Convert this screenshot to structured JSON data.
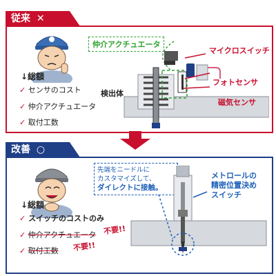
{
  "colors": {
    "red": "#c8102e",
    "navy": "#1f3f86",
    "green": "#2da12d",
    "blue_text": "#1d5fb8"
  },
  "before": {
    "tab": "従来",
    "tab_mark": "✕",
    "total_label": "↓総額",
    "items": [
      "センサのコスト",
      "仲介アクチュエータ",
      "取付工数"
    ],
    "callout_green": "仲介アクチュエータ",
    "label_detector": "検出体",
    "label_micro": "マイクロスイッチ",
    "label_photo": "フォトセンサ",
    "label_magnet": "磁気センサ"
  },
  "after": {
    "tab": "改善",
    "tab_mark": "○",
    "total_label": "↓総額",
    "items": [
      "スイッチのコストのみ",
      "仲介アクチュエータ",
      "取付工数"
    ],
    "unnecessary": "不要!!",
    "note_line1": "先端をニードルに",
    "note_line2": "カスタマイズして、",
    "note_line3": "ダイレクトに接触。",
    "right_line1": "メトロールの",
    "right_line2": "精密位置決め",
    "right_line3": "スイッチ"
  }
}
